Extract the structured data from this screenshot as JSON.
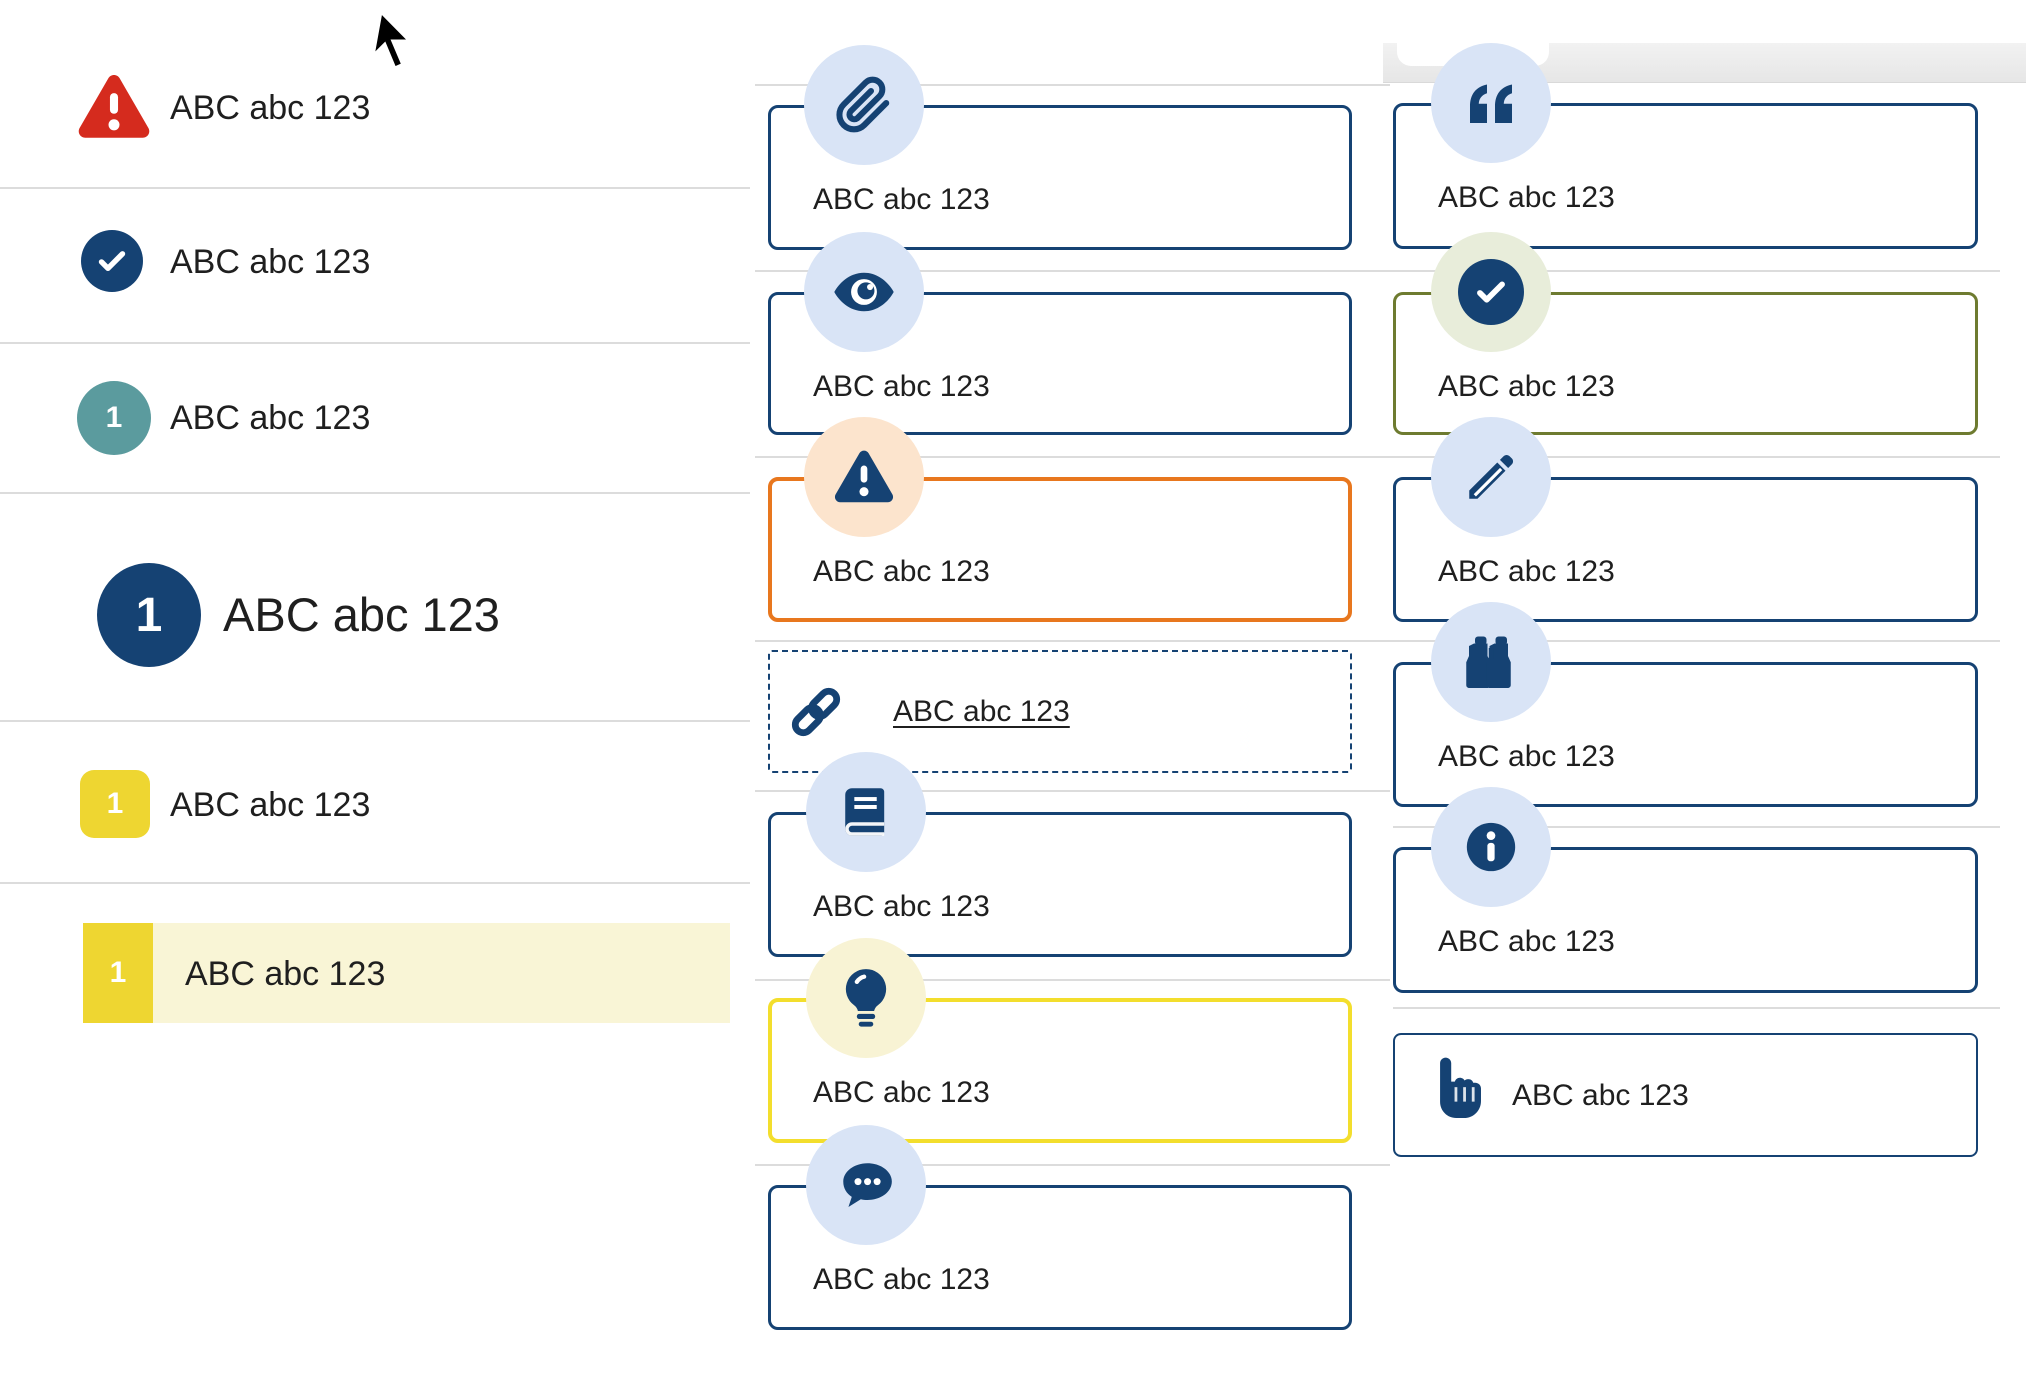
{
  "colors": {
    "navy": "#154273",
    "lightblue": "#d9e4f6",
    "orange": "#e8771e",
    "peach": "#fce4cd",
    "red": "#d52b1e",
    "teal": "#5b9b9e",
    "yellowsq": "#eed631",
    "palerow": "#f9f5d6",
    "yellow": "#f3de2d",
    "palebulb": "#f8f3d4",
    "olive": "#6e7b30",
    "palegreen": "#e8edda",
    "divider": "#dcdcdc",
    "text": "#1f1f1f"
  },
  "left": {
    "items": [
      {
        "icon": "warning-triangle-icon",
        "label": "ABC abc 123"
      },
      {
        "icon": "check-circle-icon",
        "label": "ABC abc 123"
      },
      {
        "icon": "numbered-circle-teal",
        "badge": "1",
        "label": "ABC abc 123"
      },
      {
        "icon": "numbered-circle-navy-large",
        "badge": "1",
        "label": "ABC abc 123"
      },
      {
        "icon": "numbered-square-yellow",
        "badge": "1",
        "label": "ABC abc 123"
      },
      {
        "icon": "numbered-marker-yellow-highlight",
        "badge": "1",
        "label": "ABC abc 123"
      }
    ]
  },
  "middle": {
    "boxes": [
      {
        "icon": "paperclip-icon",
        "label": "ABC abc 123"
      },
      {
        "icon": "eye-icon",
        "label": "ABC abc 123"
      },
      {
        "icon": "warning-triangle-icon",
        "label": "ABC abc 123"
      },
      {
        "icon": "link-icon",
        "label": "ABC abc 123"
      },
      {
        "icon": "book-icon",
        "label": "ABC abc 123"
      },
      {
        "icon": "lightbulb-icon",
        "label": "ABC abc 123"
      },
      {
        "icon": "chat-bubble-icon",
        "label": "ABC abc 123"
      }
    ]
  },
  "right": {
    "boxes": [
      {
        "icon": "quote-icon",
        "label": "ABC abc 123"
      },
      {
        "icon": "check-circle-icon",
        "label": "ABC abc 123"
      },
      {
        "icon": "pencil-icon",
        "label": "ABC abc 123"
      },
      {
        "icon": "binoculars-icon",
        "label": "ABC abc 123"
      },
      {
        "icon": "info-icon",
        "label": "ABC abc 123"
      },
      {
        "icon": "pointing-hand-icon",
        "label": "ABC abc 123"
      }
    ]
  }
}
